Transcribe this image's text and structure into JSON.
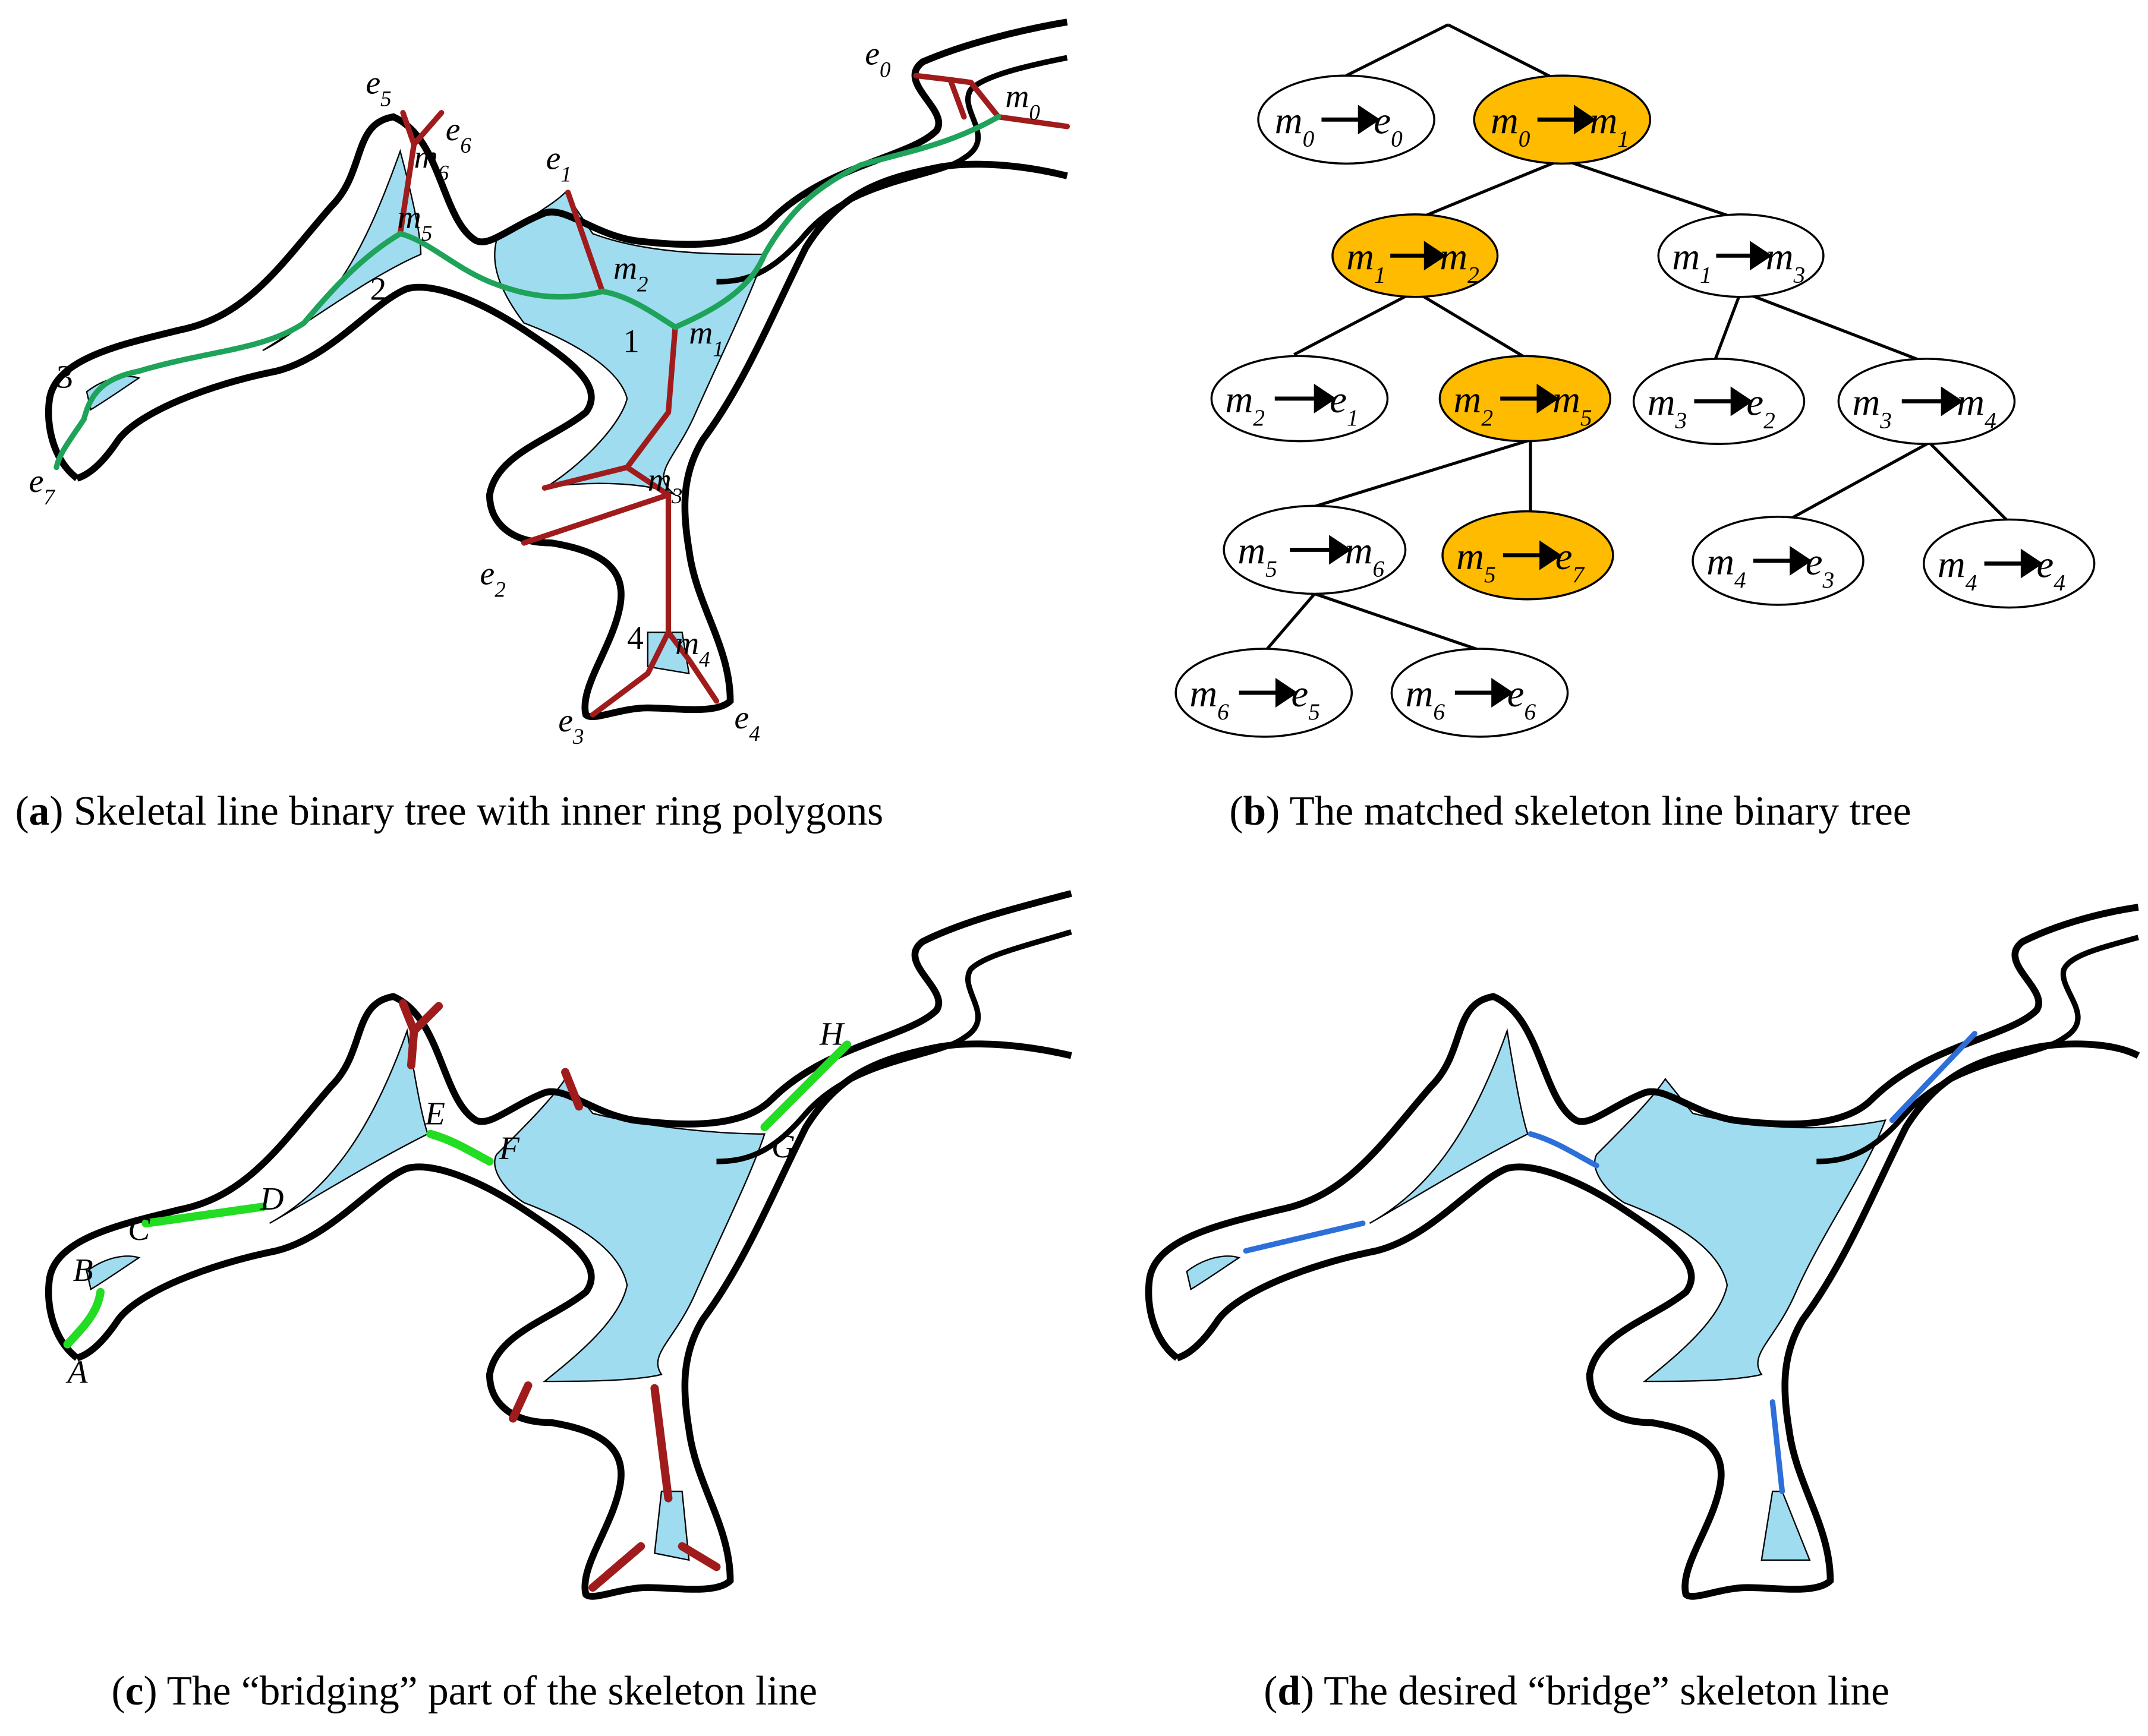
{
  "panels": {
    "a": {
      "caption_letter": "a",
      "caption_text": " Skeletal line binary tree with inner ring polygons",
      "region_labels": [
        "1",
        "2",
        "3",
        "4"
      ],
      "point_labels": [
        {
          "base": "e",
          "sub": "0"
        },
        {
          "base": "m",
          "sub": "0"
        },
        {
          "base": "e",
          "sub": "1"
        },
        {
          "base": "m",
          "sub": "1"
        },
        {
          "base": "m",
          "sub": "2"
        },
        {
          "base": "e",
          "sub": "2"
        },
        {
          "base": "m",
          "sub": "3"
        },
        {
          "base": "e",
          "sub": "3"
        },
        {
          "base": "m",
          "sub": "4"
        },
        {
          "base": "e",
          "sub": "4"
        },
        {
          "base": "e",
          "sub": "5"
        },
        {
          "base": "m",
          "sub": "5"
        },
        {
          "base": "e",
          "sub": "6"
        },
        {
          "base": "m",
          "sub": "6"
        },
        {
          "base": "e",
          "sub": "7"
        }
      ]
    },
    "b": {
      "caption_letter": "b",
      "caption_text": " The matched skeleton line binary tree",
      "nodes": [
        {
          "from": "m",
          "from_sub": "0",
          "to": "e",
          "to_sub": "0",
          "matched": false
        },
        {
          "from": "m",
          "from_sub": "0",
          "to": "m",
          "to_sub": "1",
          "matched": true
        },
        {
          "from": "m",
          "from_sub": "1",
          "to": "m",
          "to_sub": "2",
          "matched": true
        },
        {
          "from": "m",
          "from_sub": "1",
          "to": "m",
          "to_sub": "3",
          "matched": false
        },
        {
          "from": "m",
          "from_sub": "2",
          "to": "e",
          "to_sub": "1",
          "matched": false
        },
        {
          "from": "m",
          "from_sub": "2",
          "to": "m",
          "to_sub": "5",
          "matched": true
        },
        {
          "from": "m",
          "from_sub": "3",
          "to": "e",
          "to_sub": "2",
          "matched": false
        },
        {
          "from": "m",
          "from_sub": "3",
          "to": "m",
          "to_sub": "4",
          "matched": false
        },
        {
          "from": "m",
          "from_sub": "5",
          "to": "m",
          "to_sub": "6",
          "matched": false
        },
        {
          "from": "m",
          "from_sub": "5",
          "to": "e",
          "to_sub": "7",
          "matched": true
        },
        {
          "from": "m",
          "from_sub": "4",
          "to": "e",
          "to_sub": "3",
          "matched": false
        },
        {
          "from": "m",
          "from_sub": "4",
          "to": "e",
          "to_sub": "4",
          "matched": false
        },
        {
          "from": "m",
          "from_sub": "6",
          "to": "e",
          "to_sub": "5",
          "matched": false
        },
        {
          "from": "m",
          "from_sub": "6",
          "to": "e",
          "to_sub": "6",
          "matched": false
        }
      ]
    },
    "c": {
      "caption_letter": "c",
      "caption_text": " The “bridging” part of the skeleton line",
      "point_labels": [
        "A",
        "B",
        "C",
        "D",
        "E",
        "F",
        "G",
        "H"
      ]
    },
    "d": {
      "caption_letter": "d",
      "caption_text": " The desired “bridge” skeleton line"
    }
  },
  "colors": {
    "water": "#9fdcf0",
    "outline": "#000000",
    "skeleton_red": "#a01c1c",
    "skeleton_green": "#1fa35a",
    "bridge_green": "#22dd22",
    "bridge_blue": "#2d6fd9",
    "matched_node": "#ffbb00",
    "node_default": "#ffffff"
  }
}
